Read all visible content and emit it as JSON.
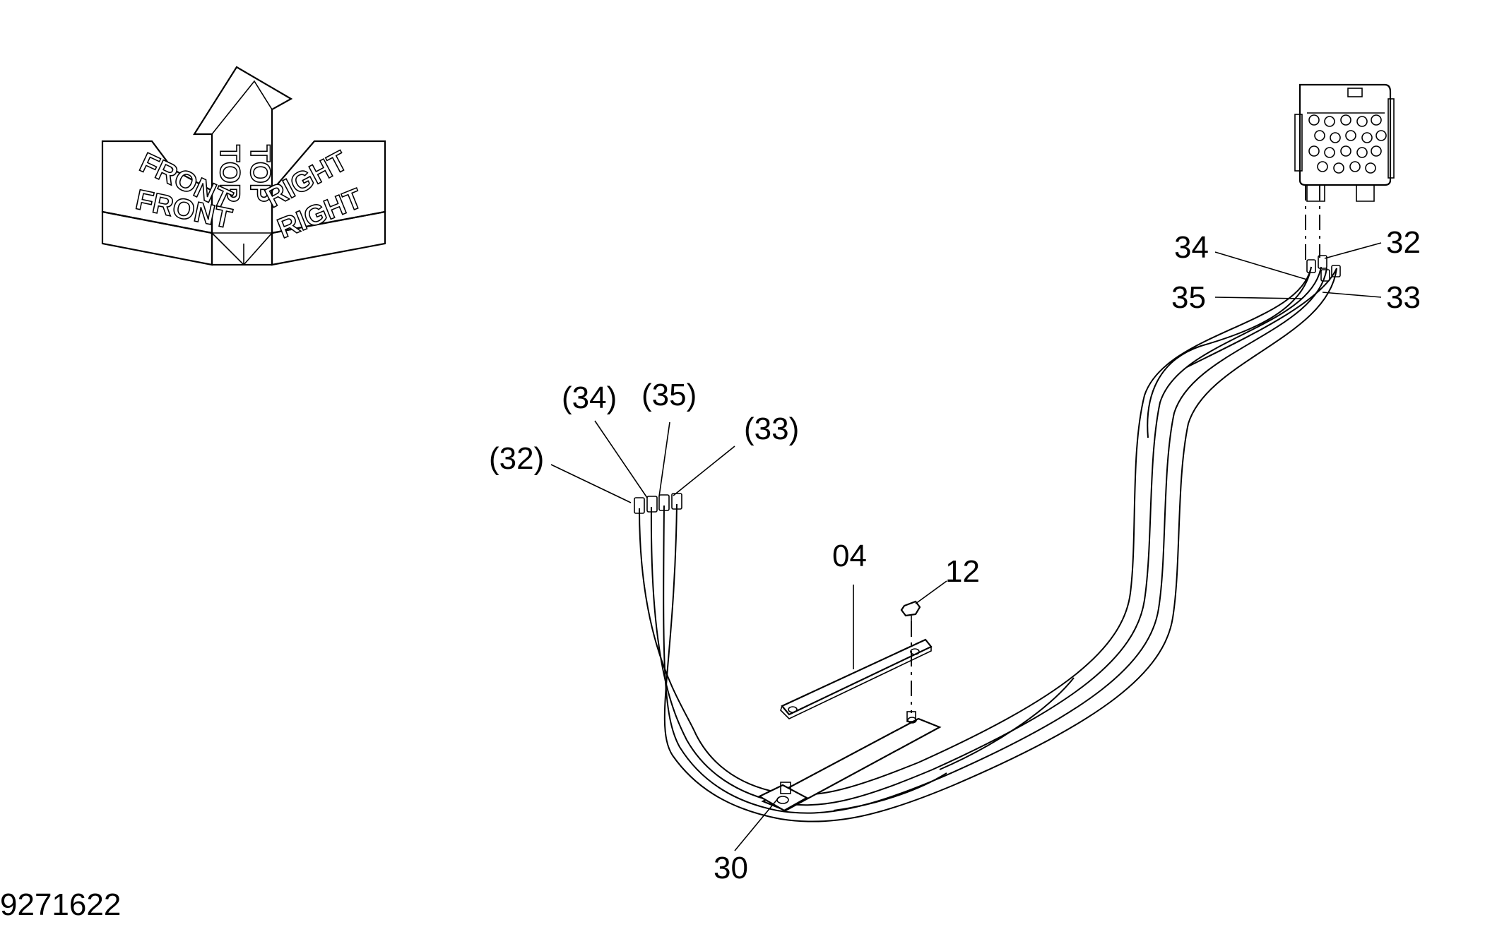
{
  "orientation": {
    "top": "TOP",
    "front": "FRONT",
    "right": "RIGHT"
  },
  "callouts": {
    "c32": "32",
    "c33": "33",
    "c34": "34",
    "c35": "35",
    "c32_ref": "(32)",
    "c33_ref": "(33)",
    "c34_ref": "(34)",
    "c35_ref": "(35)",
    "c04": "04",
    "c12": "12",
    "c30": "30"
  },
  "drawing_number": "9271622"
}
